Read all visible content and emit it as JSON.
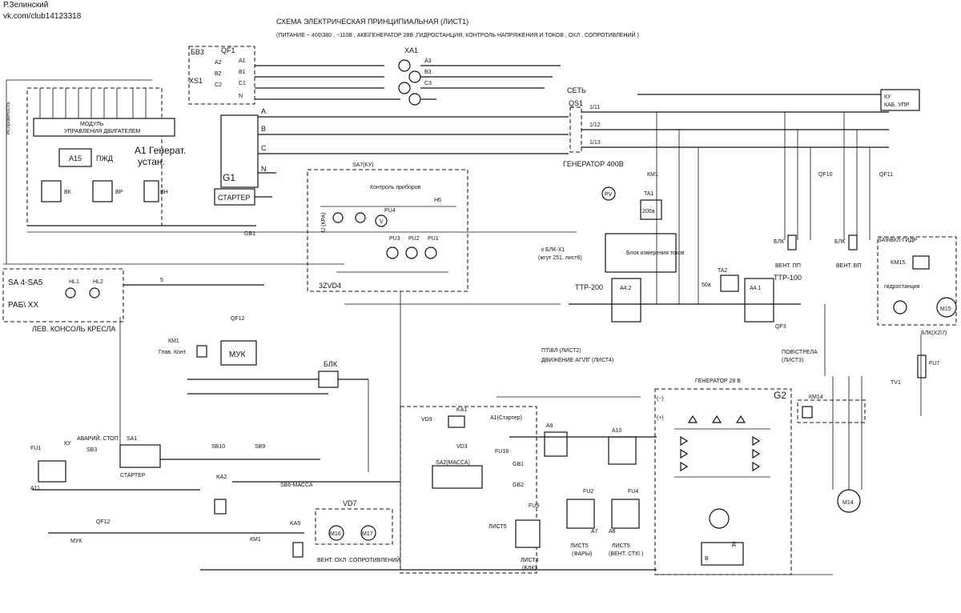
{
  "header": {
    "author": "Р.Зелинский",
    "link": "vk.com/club14123318",
    "title": "СХЕМА ЭЛЕКТРИЧЕСКАЯ ПРИНЦИПИАЛЬНАЯ (ЛИСТ1)",
    "subtitle": "(ПИТАНИЕ ~ 400\\380 , ~110В , АКБ\\ГЕНЕРАТОР 28В ,ГИДРОСТАНЦИЯ, КОНТРОЛЬ НАПРЯЖЕНИЯ И ТОКОВ , ОХЛ , СОПРОТИВЛЕНИЙ )"
  },
  "labels": {
    "bv3": "БВ3",
    "xs1": "XS1",
    "qf1": "QF1",
    "xa1": "XA1",
    "a1": "A1",
    "b1": "B1",
    "c1": "C1",
    "n": "N",
    "a2": "A2",
    "b2": "B2",
    "c2": "C2",
    "a3": "A3",
    "b3": "B3",
    "c3": "C3",
    "a": "A",
    "b": "B",
    "c": "C",
    "set": "СЕТЬ",
    "qs1": "QS1",
    "l1": "1/11",
    "l2": "1/12",
    "l3": "1/13",
    "gen400": "ГЕНЕРАТОР 400В",
    "ku": "КУ",
    "kab_upr": "КАБ. УПР",
    "modul": "МОДУЛЬ",
    "modul2": "УПРАВЛЕНИЯ ДВИГАТЕЛЕМ",
    "a1gen": "А1 Генерат.",
    "ustan": "устан.",
    "a15": "A15",
    "pzhd": "ПЖД",
    "vk": "ВК",
    "vr": "ВР",
    "vn": "ВН",
    "g1": "G1",
    "starter": "СТАРТЕР",
    "gb1": "GB1",
    "ispravnost": "исправность",
    "sa7": "SA7(КУ)",
    "kontrol": "Контроль приборов",
    "h6": "Н6",
    "pu4": "PU4",
    "pu3": "PU3",
    "pu2": "PU2",
    "pu1": "PU1",
    "vd4": "3ZVD4",
    "u_kpa": "U (КРА)",
    "sa45": "SA 4-SA5",
    "hl1": "HL1",
    "hl2": "HL2",
    "rab_xx": "РАБ\\ ХХ",
    "lev_konsol": "ЛЕВ. КОНСОЛЬ КРЕСЛА",
    "qf12": "QF12",
    "km1": "КМ1",
    "glav_kont": "Глав. Конт.",
    "muk": "МУК",
    "blk": "БЛК",
    "avar_stop": "АВАРИЙ. СТОП",
    "sa1": "SA1",
    "sb3": "SB3",
    "fu1": "FU1",
    "a11": "А11",
    "ku2": "КУ",
    "starter2": "СТАРТЕР",
    "sb10": "SB10",
    "sb9": "SB9",
    "ka2": "KA2",
    "sb6": "SB6-МАССА",
    "vd7": "VD7",
    "ka5": "KA5",
    "m16": "M16",
    "m17": "M17",
    "vent_ohl": "ВЕНТ. ОХЛ .СОПРОТИВЛЕНИЙ",
    "vd9": "VD9",
    "ka1": "KA1",
    "a1starter": "A1(Стартер)",
    "vd3": "VD3",
    "sa2": "SA2(МАССА)",
    "fu18": "FU18",
    "gb1b": "GB1",
    "gb2": "GB2",
    "list5": "ЛИСТ5",
    "a9": "A9",
    "a10": "A10",
    "fu9": "FU9",
    "fu2": "FU2",
    "fu4": "FU4",
    "a7": "A7",
    "a8": "A8",
    "list4": "ЛИСТ4",
    "blk2": "(БЛК)",
    "list5f": "ЛИСТ5",
    "fary": "(ФАРЫ)",
    "list5v": "ЛИСТ5",
    "vent_stk": "(ВЕНТ. СТК\\ )",
    "gen28": "ГЕНЕРАТОР 28 В",
    "g2": "G2",
    "km14": "КМ14",
    "m14": "M14",
    "pv": "PV",
    "ta1": "TA1",
    "ta1v": "200а",
    "a4": "A4",
    "blok_izm": "Блок измерения токов",
    "k_blk": "к БЛК-X1",
    "k_blk2": "(жгут 251, лист6)",
    "ttp200": "ТТР-200",
    "a42": "A4.2",
    "ta2": "TA2",
    "ta2v": "50а",
    "a41": "A4.1",
    "ttp100": "ТТР-100",
    "qf3": "QF3",
    "ptvl": "ПТ\\ВЛ (ЛИСТ2)",
    "dvizh": "ДВИЖЕНИЕ АГ\\ЛГ (ЛИСТ4)",
    "pov": "ПОВ\\СТРЕЛА",
    "list3": "(ЛИСТ3)",
    "km1b": "КМ1",
    "qf10": "QF10",
    "qf11": "QF11",
    "blk_a": "БЛК",
    "vent_pp": "ВЕНТ. ПП",
    "blk_b": "БЛК",
    "vent_vp": "ВЕНТ. ВП",
    "sa_vkl": "SA9\\ВКЛ-ГИДР",
    "km15": "KM15",
    "gidro": "гидростанция",
    "m15": "M15",
    "blk_x2": "БЛК(X2\\7)",
    "fu7": "FU7",
    "tv1": "TV1",
    "b_node": "B",
    "d_node": "Д",
    "tilde": "(~)",
    "plus": "(+)",
    "num5": "5"
  }
}
